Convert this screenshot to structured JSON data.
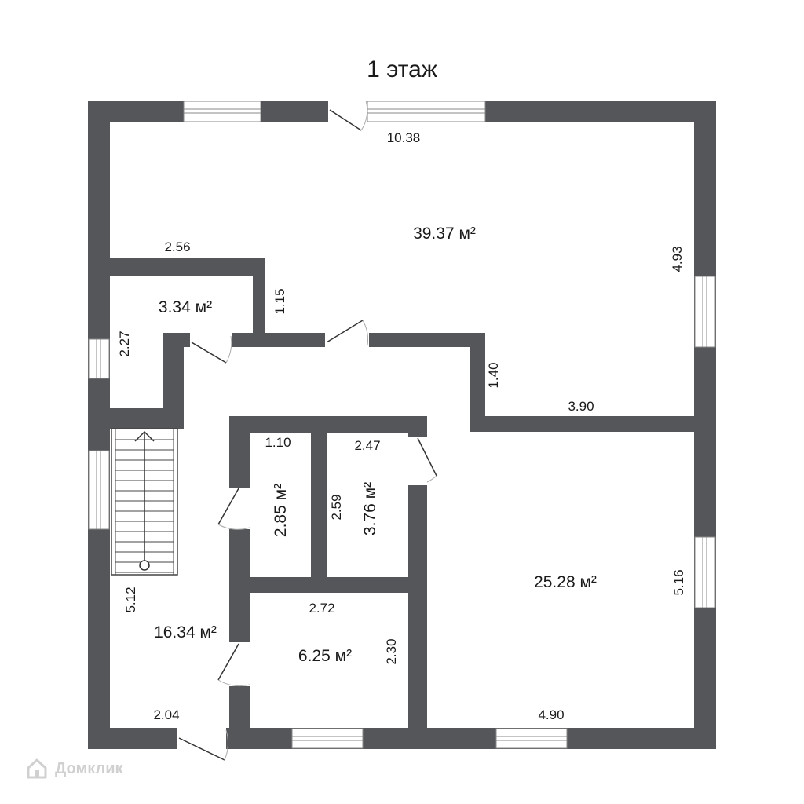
{
  "title": "1 этаж",
  "colors": {
    "wall": "#54565a",
    "background": "#ffffff",
    "text": "#1a1a1a",
    "watermark": "#d0d0d0"
  },
  "rooms": [
    {
      "id": "living",
      "area": "39.37 м²"
    },
    {
      "id": "small-top-left",
      "area": "3.34 м²"
    },
    {
      "id": "hall",
      "area": "16.34 м²"
    },
    {
      "id": "closet-a",
      "area": "2.85 м²"
    },
    {
      "id": "closet-b",
      "area": "3.76 м²"
    },
    {
      "id": "bath",
      "area": "6.25 м²"
    },
    {
      "id": "bedroom",
      "area": "25.28 м²"
    }
  ],
  "dimensions": [
    "10.38",
    "4.93",
    "2.56",
    "1.15",
    "2.27",
    "1.40",
    "3.90",
    "1.10",
    "2.47",
    "2.59",
    "5.12",
    "2.72",
    "2.30",
    "5.16",
    "2.04",
    "4.90"
  ],
  "watermark": {
    "text": "Домклик",
    "icon": "house-logo-icon"
  }
}
